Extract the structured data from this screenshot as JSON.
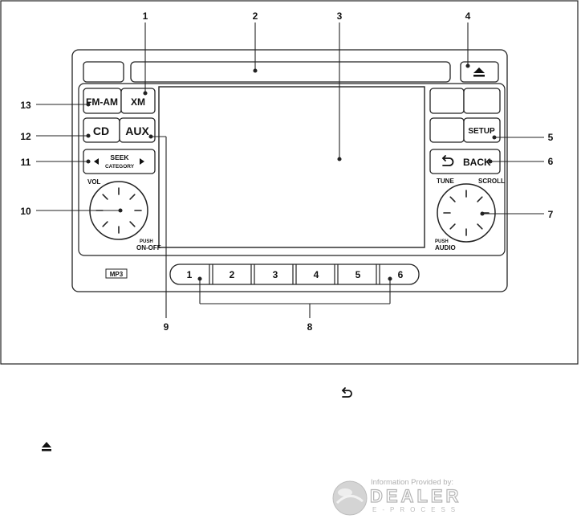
{
  "panel": {
    "buttons": {
      "fm_am": "FM-AM",
      "xm": "XM",
      "cd": "CD",
      "aux": "AUX",
      "seek_line1": "SEEK",
      "seek_line2": "CATEGORY",
      "setup": "SETUP",
      "back": "BACK",
      "presets": [
        "1",
        "2",
        "3",
        "4",
        "5",
        "6"
      ]
    },
    "labels": {
      "vol": "VOL",
      "push": "PUSH",
      "on_off": "ON-OFF",
      "tune": "TUNE",
      "scroll": "SCROLL",
      "push_right": "PUSH",
      "audio": "AUDIO",
      "mp3": "MP3"
    }
  },
  "callouts": [
    "1",
    "2",
    "3",
    "4",
    "5",
    "6",
    "7",
    "8",
    "9",
    "10",
    "11",
    "12",
    "13"
  ],
  "icons": {
    "eject": "eject-icon",
    "back": "back-arrow-icon",
    "seek_left": "triangle-left-icon",
    "seek_right": "triangle-right-icon"
  },
  "watermark": {
    "line1": "Information Provided by:",
    "brand": "DEALER",
    "tagline": "E-PROCESS"
  }
}
